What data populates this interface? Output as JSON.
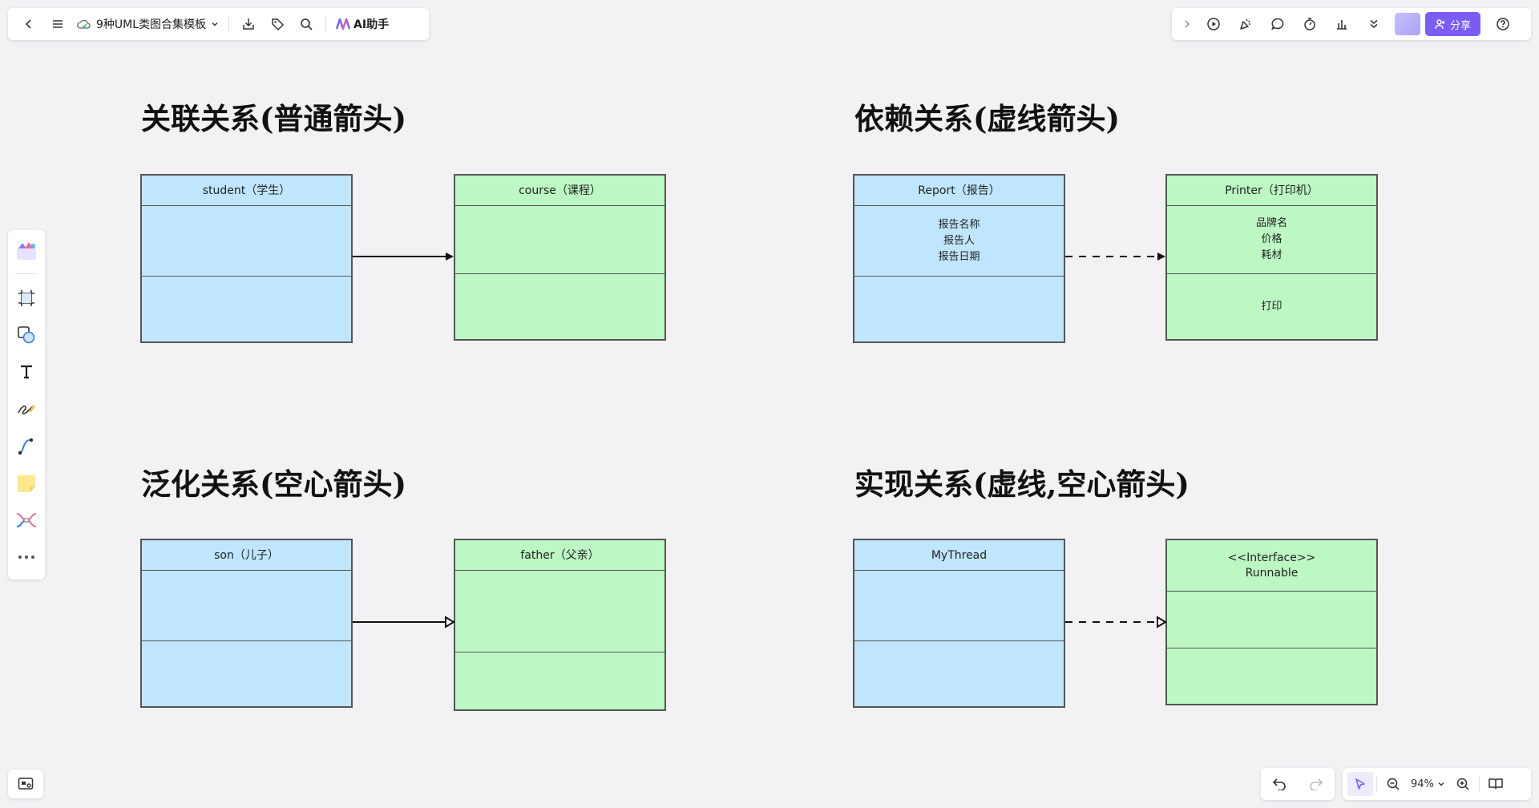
{
  "toolbar": {
    "doc_title": "9种UML类图合集模板",
    "ai_label": "AI助手",
    "share_label": "分享"
  },
  "diagrams": {
    "association": {
      "heading": "关联关系(普通箭头)",
      "left": {
        "name": "student（学生）",
        "attributes": [],
        "methods": []
      },
      "right": {
        "name": "course（课程）",
        "attributes": [],
        "methods": []
      }
    },
    "dependency": {
      "heading": "依赖关系(虚线箭头)",
      "left": {
        "name": "Report（报告）",
        "attributes": [
          "报告名称",
          "报告人",
          "报告日期"
        ],
        "methods": []
      },
      "right": {
        "name": "Printer（打印机）",
        "attributes": [
          "品牌名",
          "价格",
          "耗材"
        ],
        "methods": [
          "打印"
        ]
      }
    },
    "generalization": {
      "heading": "泛化关系(空心箭头)",
      "left": {
        "name": "son（儿子）",
        "attributes": [],
        "methods": []
      },
      "right": {
        "name": "father（父亲）",
        "attributes": [],
        "methods": []
      }
    },
    "realization": {
      "heading": "实现关系(虚线,空心箭头)",
      "left": {
        "name": "MyThread",
        "attributes": [],
        "methods": []
      },
      "right": {
        "stereotype": "<<Interface>>",
        "name": "Runnable",
        "attributes": [],
        "methods": []
      }
    }
  },
  "zoom": {
    "value": "94%"
  },
  "colors": {
    "class_blue": "#c0e6fd",
    "class_green": "#bdf7c4",
    "accent": "#7b5cf5"
  }
}
